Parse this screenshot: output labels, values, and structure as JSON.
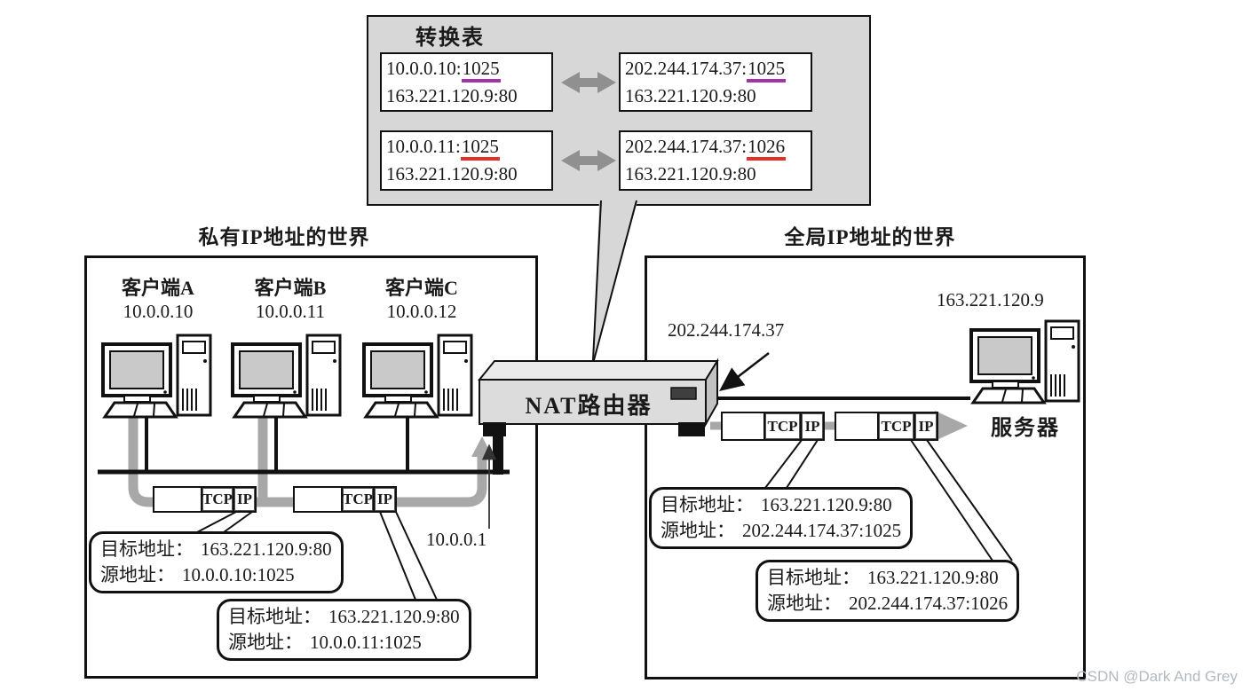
{
  "watermark": "CSDN @Dark And Grey",
  "colors": {
    "panel_gray": "#d7d7d7",
    "arrow_gray": "#909090",
    "flow_gray": "#a8a8a8",
    "row1_underline": "#a332a8",
    "row2_underline": "#e03028"
  },
  "translation_table": {
    "title": "转换表",
    "rows": [
      {
        "underline_color": "#a332a8",
        "left": {
          "line1_addr": "10.0.0.10:",
          "line1_port": "1025",
          "line2": "163.221.120.9:80"
        },
        "right": {
          "line1_addr": "202.244.174.37:",
          "line1_port": "1025",
          "line2": "163.221.120.9:80"
        }
      },
      {
        "underline_color": "#e03028",
        "left": {
          "line1_addr": "10.0.0.11:",
          "line1_port": "1025",
          "line2": "163.221.120.9:80"
        },
        "right": {
          "line1_addr": "202.244.174.37:",
          "line1_port": "1026",
          "line2": "163.221.120.9:80"
        }
      }
    ]
  },
  "private_world": {
    "title": "私有IP地址的世界",
    "clients": [
      {
        "name": "客户端A",
        "ip": "10.0.0.10"
      },
      {
        "name": "客户端B",
        "ip": "10.0.0.11"
      },
      {
        "name": "客户端C",
        "ip": "10.0.0.12"
      }
    ],
    "gateway_ip": "10.0.0.1",
    "callouts": [
      {
        "dest_label": "目标地址：",
        "dest_value": "163.221.120.9:80",
        "src_label": "源地址：",
        "src_value": "10.0.0.10:1025"
      },
      {
        "dest_label": "目标地址：",
        "dest_value": "163.221.120.9:80",
        "src_label": "源地址：",
        "src_value": "10.0.0.11:1025"
      }
    ]
  },
  "nat_router": {
    "label": "NAT路由器",
    "global_ip": "202.244.174.37"
  },
  "global_world": {
    "title": "全局IP地址的世界",
    "server": {
      "label": "服务器",
      "ip": "163.221.120.9"
    },
    "callouts": [
      {
        "dest_label": "目标地址：",
        "dest_value": "163.221.120.9:80",
        "src_label": "源地址：",
        "src_value": "202.244.174.37:1025"
      },
      {
        "dest_label": "目标地址：",
        "dest_value": "163.221.120.9:80",
        "src_label": "源地址：",
        "src_value": "202.244.174.37:1026"
      }
    ]
  },
  "packet": {
    "tcp": "TCP",
    "ip": "IP"
  }
}
